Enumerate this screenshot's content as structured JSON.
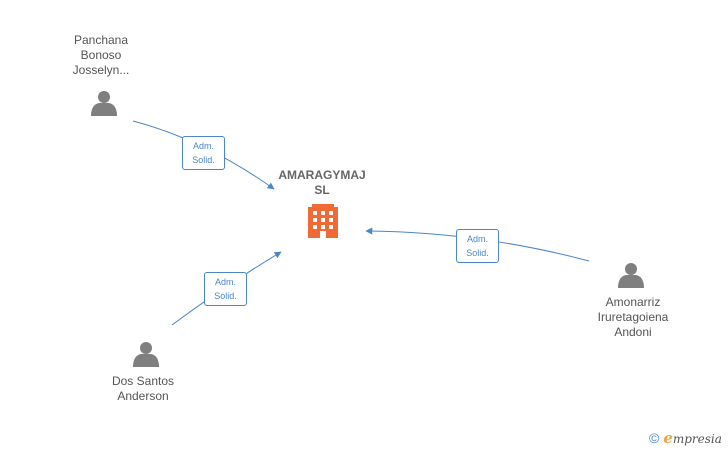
{
  "company": {
    "name_line1": "AMARAGYMAJ",
    "name_line2": "SL",
    "icon": "building-icon",
    "color": "#f06a35"
  },
  "people": [
    {
      "lines": [
        "Panchana",
        "Bonoso",
        "Josselyn..."
      ],
      "icon": "person-icon"
    },
    {
      "lines": [
        "Dos Santos",
        "Anderson"
      ],
      "icon": "person-icon"
    },
    {
      "lines": [
        "Amonarriz",
        "Iruretagoiena",
        "Andoni"
      ],
      "icon": "person-icon"
    }
  ],
  "relations": [
    {
      "line1": "Adm.",
      "line2": "Solid."
    },
    {
      "line1": "Adm.",
      "line2": "Solid."
    },
    {
      "line1": "Adm.",
      "line2": "Solid."
    }
  ],
  "colors": {
    "edge": "#4a86c8",
    "person": "#7f7f7f",
    "label": "#555555"
  },
  "watermark": {
    "symbol": "©",
    "brand_first": "e",
    "brand_rest": "mpresia"
  }
}
